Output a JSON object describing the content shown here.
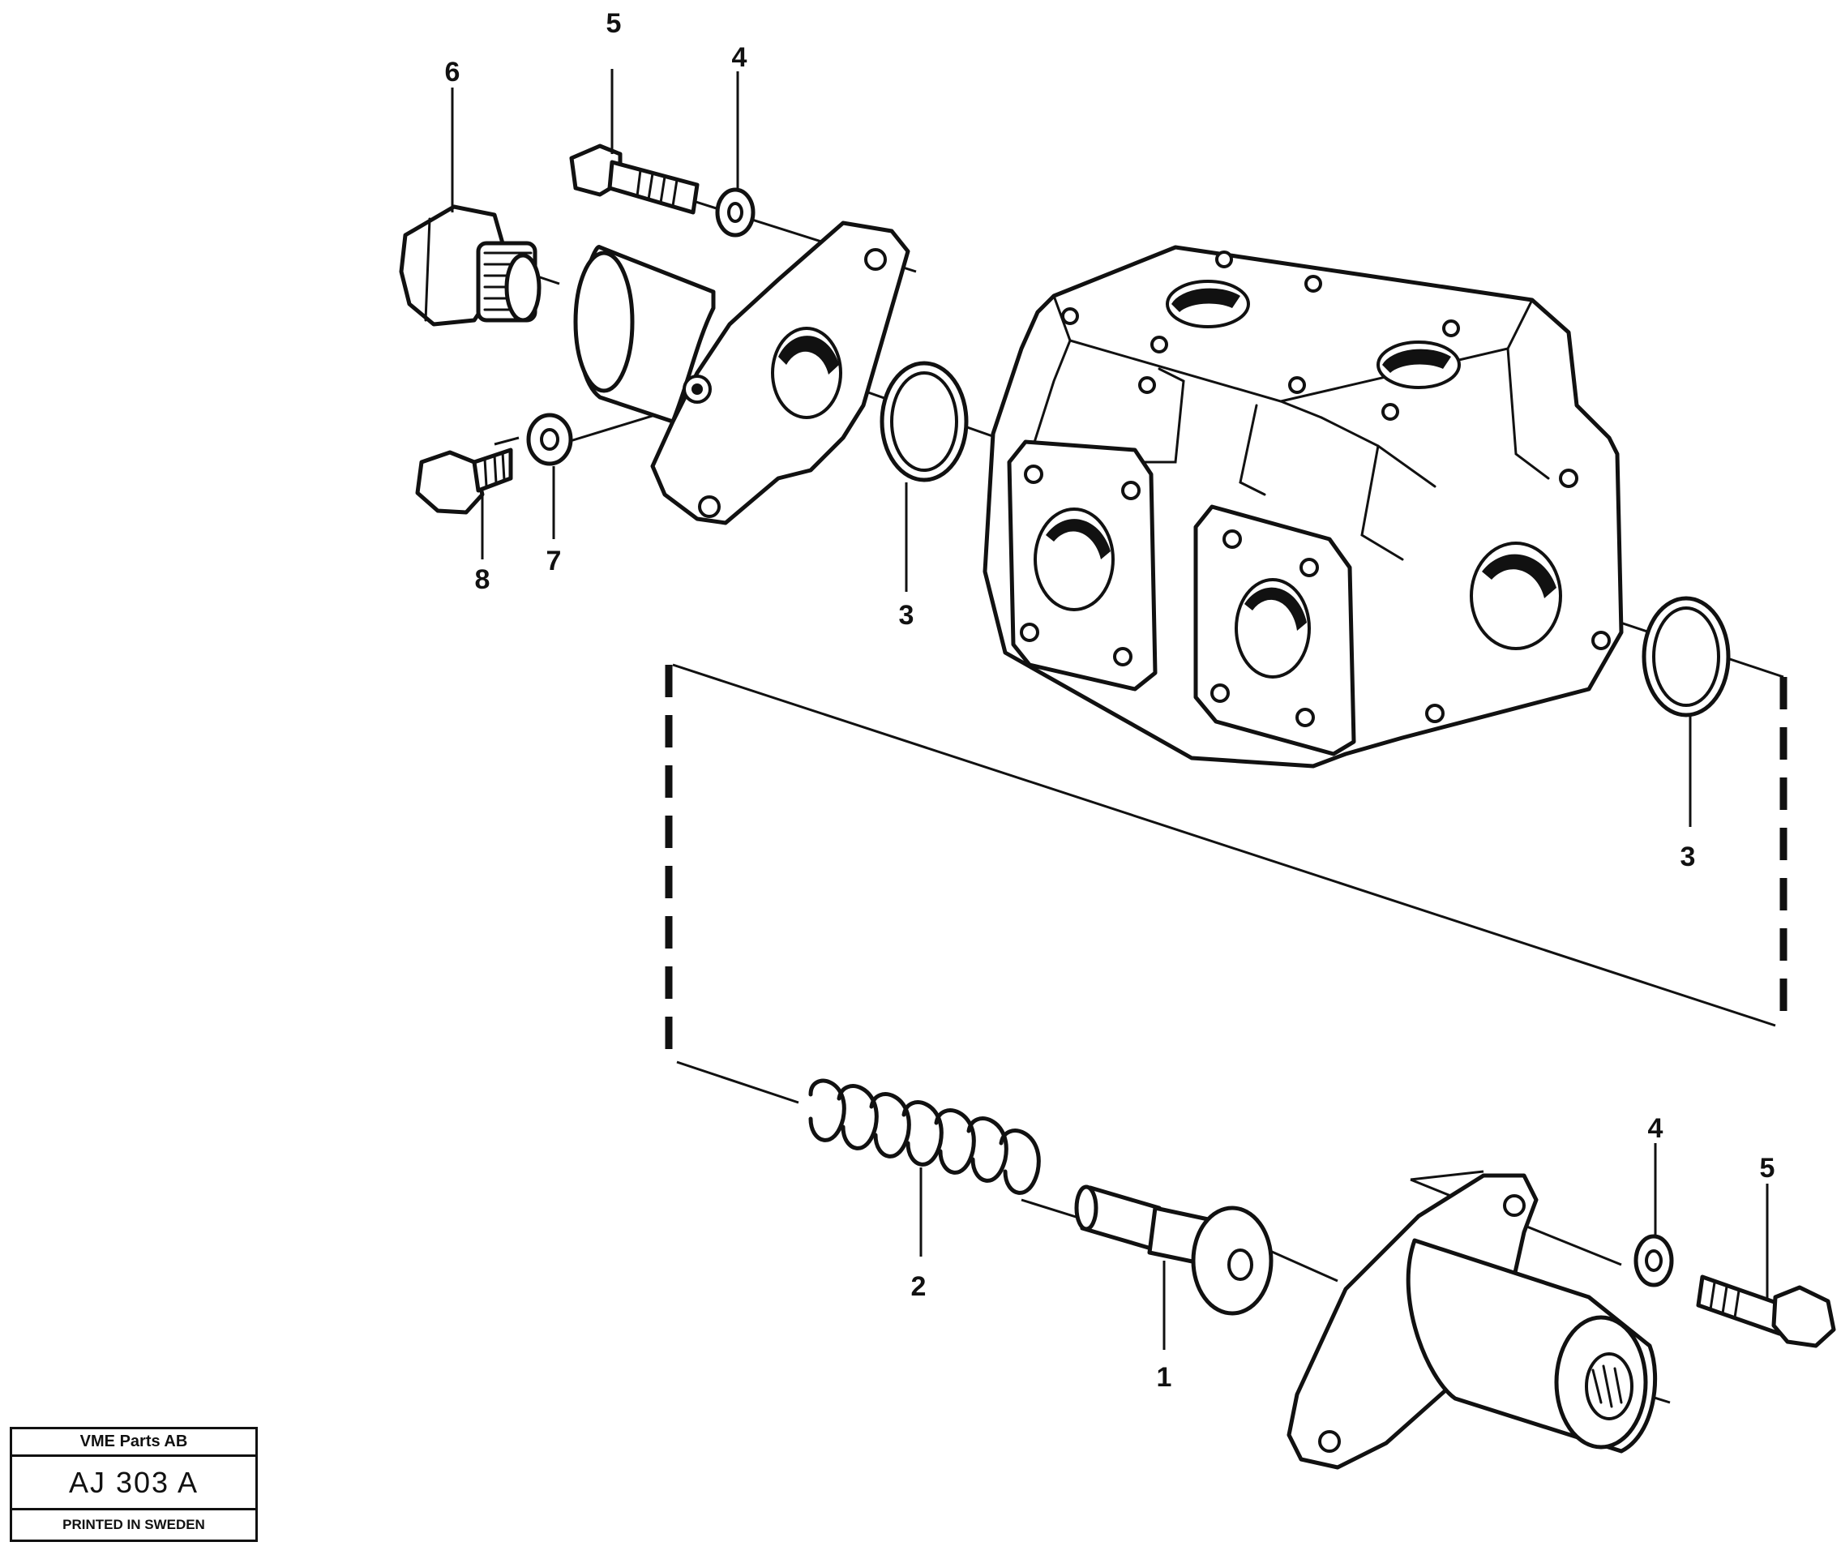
{
  "callouts": {
    "c1": "1",
    "c2": "2",
    "c3a": "3",
    "c3b": "3",
    "c4a": "4",
    "c4b": "4",
    "c5a": "5",
    "c5b": "5",
    "c6": "6",
    "c7": "7",
    "c8": "8"
  },
  "title_block": {
    "company": "VME Parts AB",
    "drawing_code": "AJ 303 A",
    "note": "PRINTED IN SWEDEN"
  }
}
